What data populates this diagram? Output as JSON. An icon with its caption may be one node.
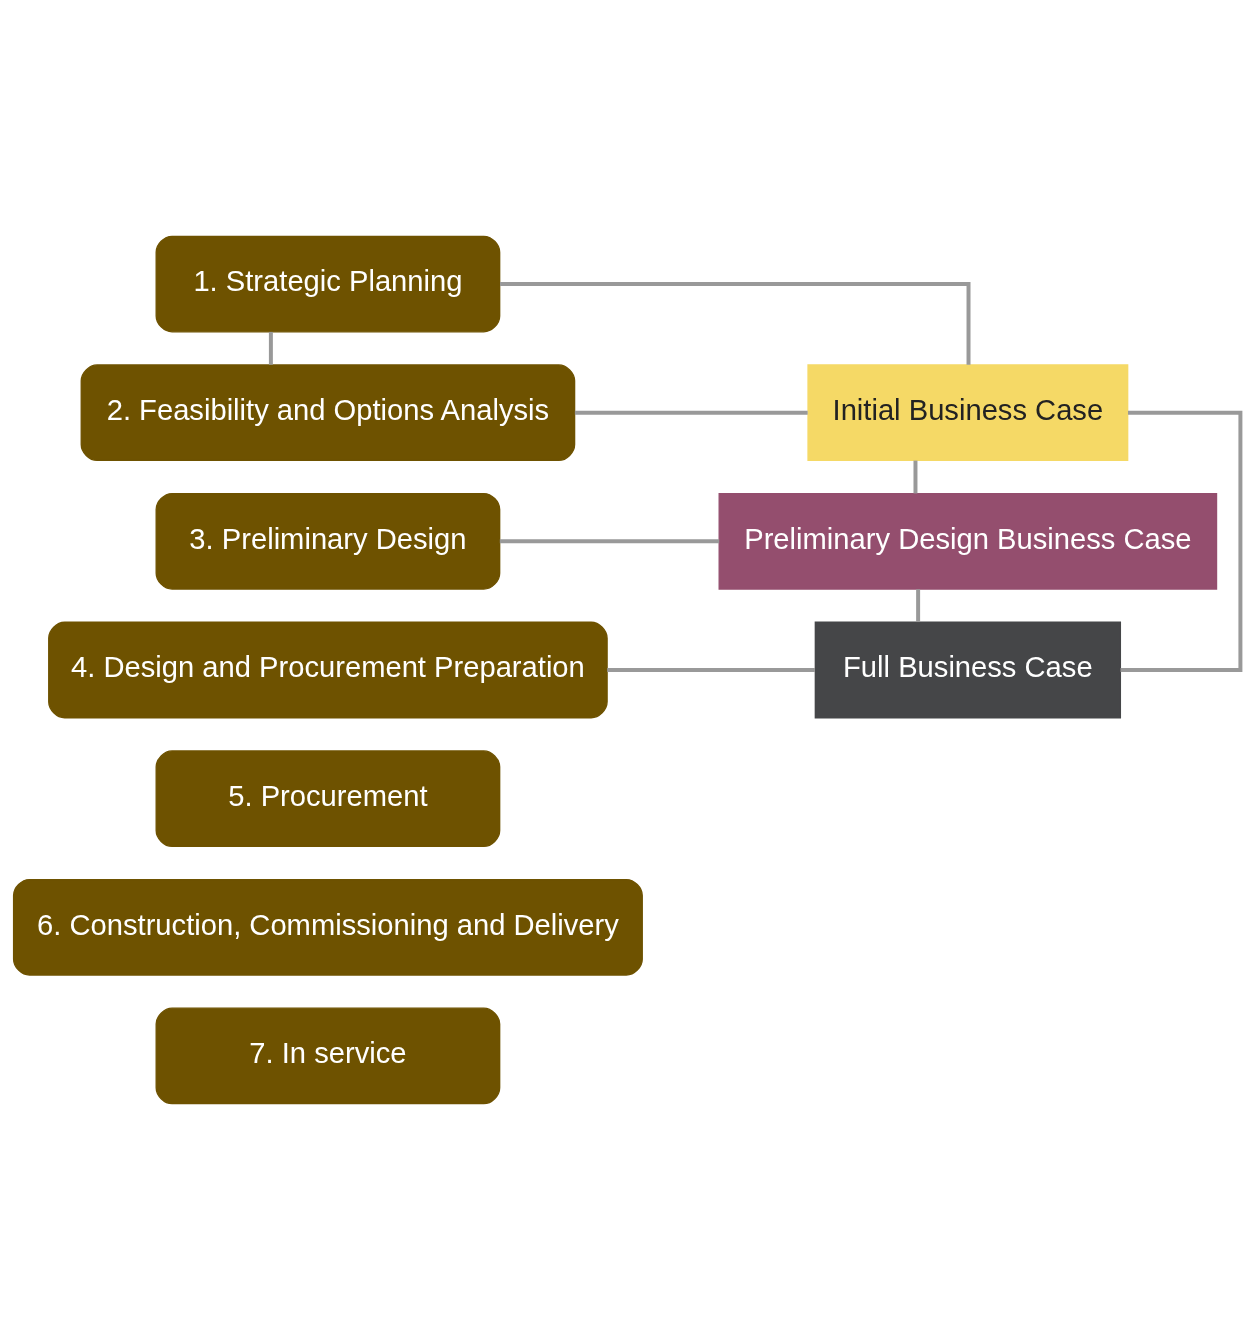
{
  "diagram": {
    "nodes": [
      {
        "text": [
          "1. Strategic Planning"
        ]
      },
      {
        "text": [
          "2. Feasibility and Options Analysis"
        ]
      },
      {
        "text": [
          "3. Preliminary Design"
        ]
      },
      {
        "text": [
          "4. Design and Procurement Preparation"
        ]
      },
      {
        "text": [
          "5. Procurement"
        ]
      },
      {
        "text": [
          "6. Construction, Commissioning and Delivery"
        ]
      },
      {
        "text": [
          "7. In service"
        ]
      },
      {
        "text": [
          "Initial Business Case"
        ]
      },
      {
        "text": [
          "Preliminary Design Business Case"
        ]
      },
      {
        "text": [
          "Full Business Case"
        ]
      }
    ],
    "edges": [
      {
        "from": 0,
        "to": 1,
        "arrow": "none"
      },
      {
        "from": 0,
        "to": 7,
        "arrow": "none"
      },
      {
        "from": 1,
        "to": 7,
        "arrow": "none"
      },
      {
        "from": 2,
        "to": 8,
        "arrow": "none"
      },
      {
        "from": 3,
        "to": 9,
        "arrow": "none"
      },
      {
        "from": 7,
        "to": 8,
        "arrow": "none"
      },
      {
        "from": 7,
        "to": 9,
        "arrow": "none"
      },
      {
        "from": 8,
        "to": 9,
        "arrow": "none"
      }
    ]
  }
}
